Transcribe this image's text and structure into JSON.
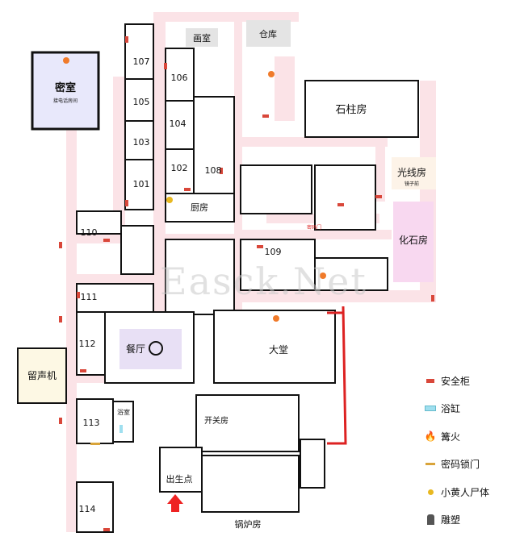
{
  "rooms": {
    "secret": "密室",
    "secret_sub": "接电话房间",
    "phonograph": "留声机",
    "painting": "画室",
    "storage": "仓库",
    "pillar": "石柱房",
    "light": "光线房",
    "light_sub": "镜子前",
    "fossil": "化石房",
    "kitchen": "厨房",
    "dining": "餐厅",
    "hall": "大堂",
    "bath": "浴室",
    "switch": "开关房",
    "spawn": "出生点",
    "boiler": "锅炉房",
    "r101": "101",
    "r102": "102",
    "r103": "103",
    "r104": "104",
    "r105": "105",
    "r106": "106",
    "r107": "107",
    "r108": "108",
    "r109": "109",
    "r110": "110",
    "r111": "111",
    "r112": "112",
    "r113": "113",
    "r114": "114",
    "corridor_note": "密码门"
  },
  "legend": [
    {
      "icon": "safe-cabinet",
      "label": "安全柜",
      "color": "#d9473a"
    },
    {
      "icon": "bathtub",
      "label": "浴缸",
      "color": "#9fdfef"
    },
    {
      "icon": "bonfire",
      "label": "篝火",
      "color": "#f07a2a"
    },
    {
      "icon": "password-door",
      "label": "密码锁门",
      "color": "#d9a43a"
    },
    {
      "icon": "yellow-corpse",
      "label": "小黄人尸体",
      "color": "#e8b820"
    },
    {
      "icon": "statue",
      "label": "雕塑",
      "color": "#555555"
    }
  ],
  "watermark": "Easck.Net"
}
